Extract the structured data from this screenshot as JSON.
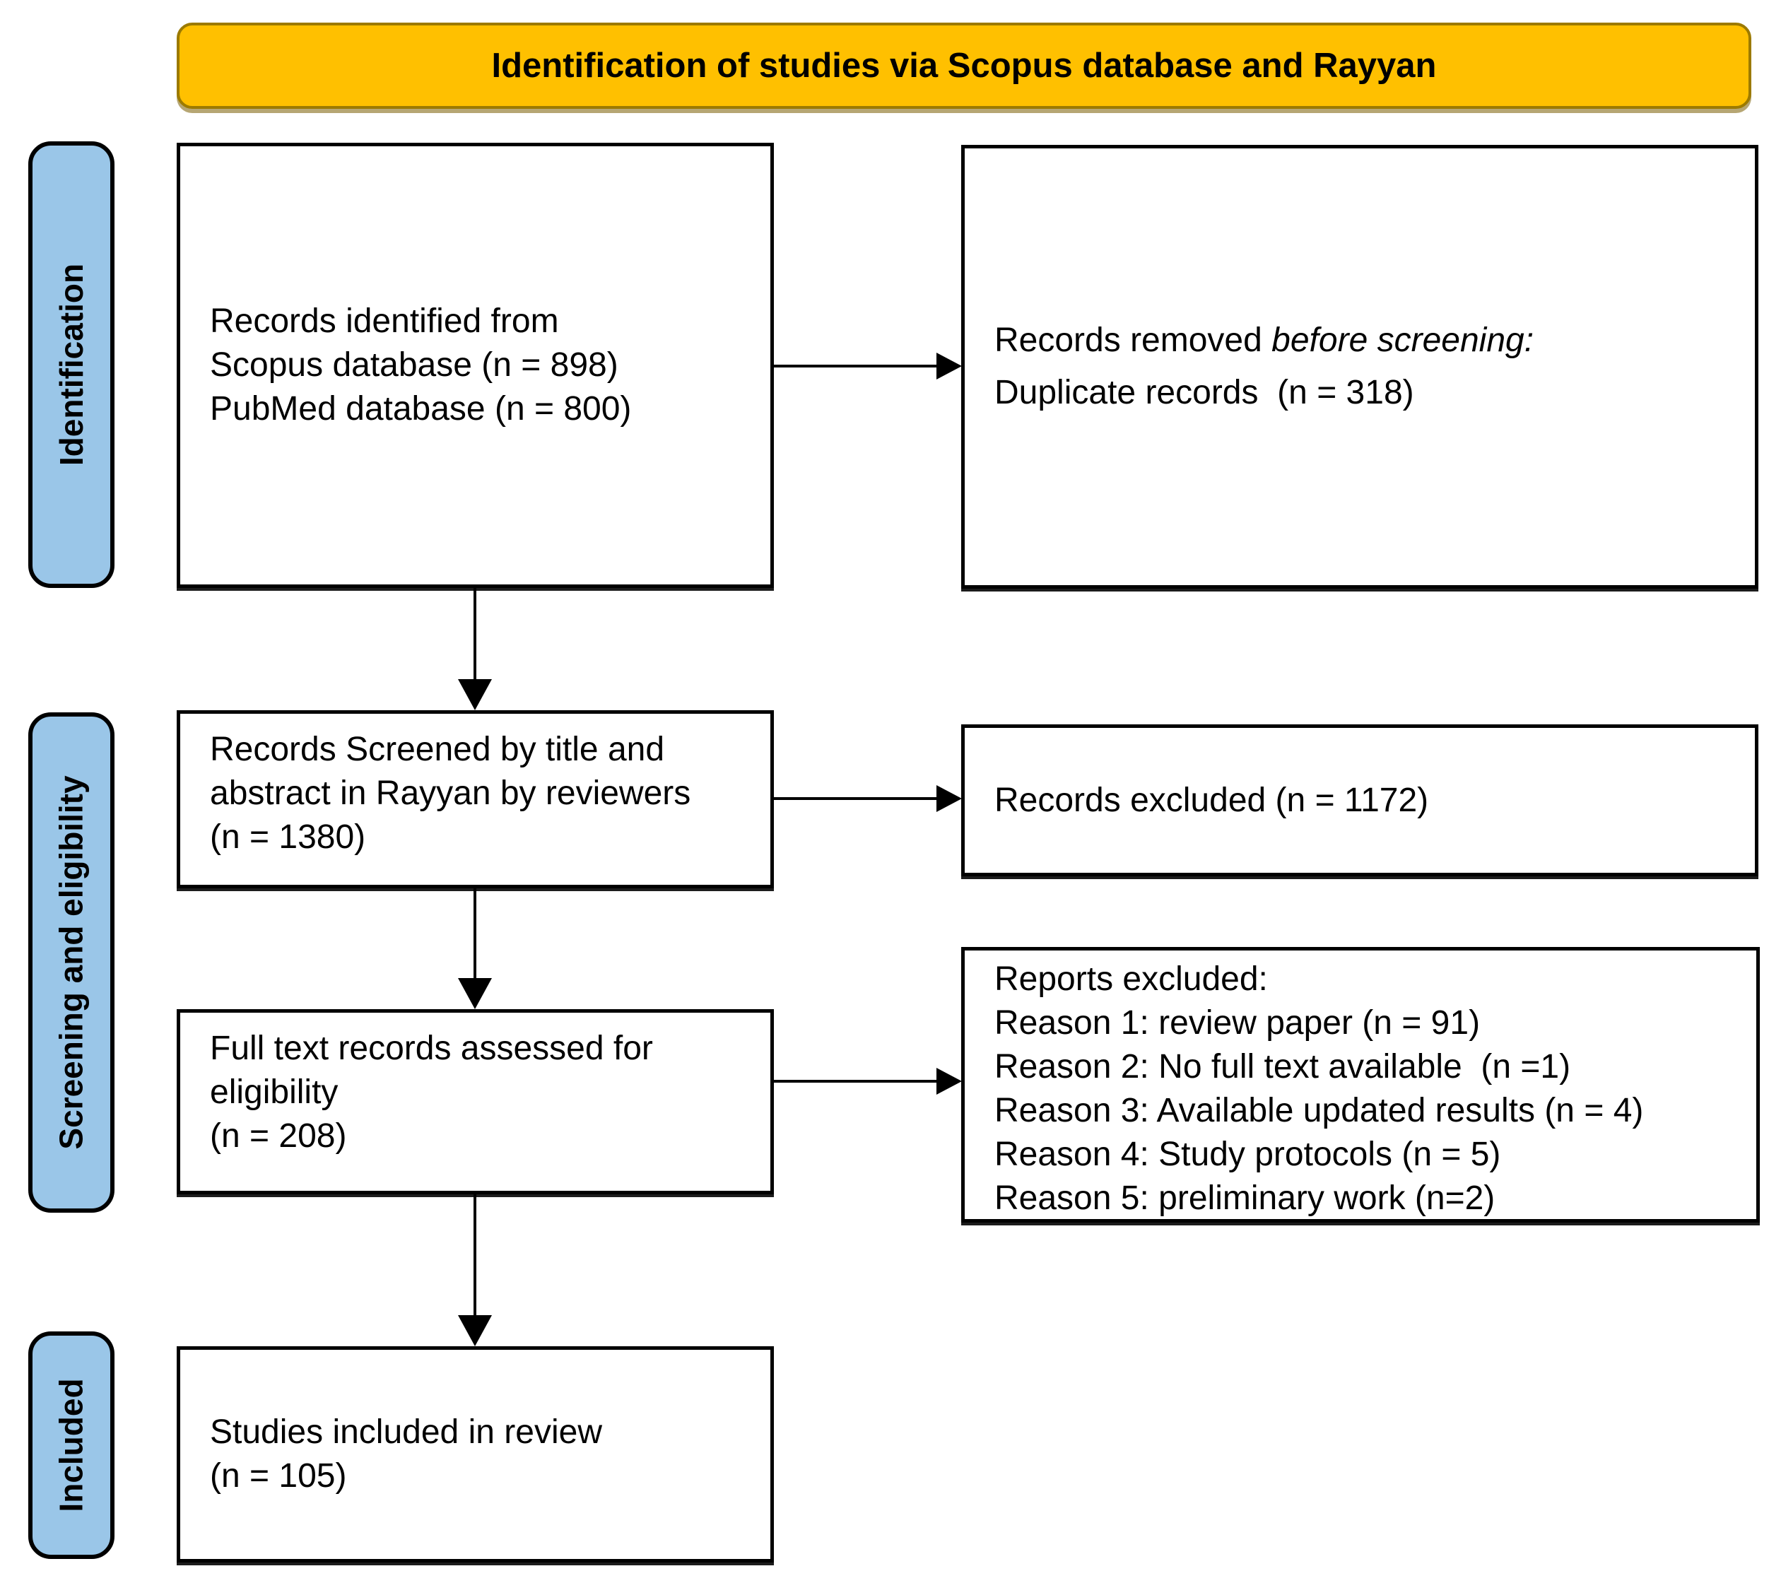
{
  "banner": {
    "title": "Identification of studies via Scopus database and Rayyan"
  },
  "stages": [
    {
      "label": "Identification"
    },
    {
      "label": "Screening and eligibility"
    },
    {
      "label": "Included"
    }
  ],
  "boxes": {
    "records_identified": {
      "lines": [
        "Records identified from",
        "Scopus database (n = 898)",
        "PubMed database (n = 800)"
      ]
    },
    "records_removed": {
      "line1_normal": "Records removed ",
      "line1_italic": "before screening:",
      "line2": "Duplicate records  (n = 318)"
    },
    "records_screened": {
      "lines": [
        "Records Screened by title and",
        "abstract in Rayyan by reviewers",
        "(n = 1380)"
      ]
    },
    "records_excluded": {
      "line": "Records excluded (n = 1172)"
    },
    "full_text_assessed": {
      "lines": [
        "Full text records assessed for",
        "eligibility",
        "(n = 208)"
      ]
    },
    "reports_excluded": {
      "lines": [
        "Reports excluded:",
        "Reason 1: review paper (n = 91)",
        "Reason 2: No full text available  (n =1)",
        "Reason 3: Available updated results (n = 4)",
        "Reason 4: Study protocols (n = 5)",
        "Reason 5: preliminary work (n=2)"
      ]
    },
    "studies_included": {
      "lines": [
        "Studies included in review",
        "(n = 105)"
      ]
    }
  },
  "colors": {
    "banner_fill": "#FFC000",
    "banner_border": "#9C7A00",
    "stage_fill": "#9AC6E8",
    "box_border": "#000000",
    "arrow": "#000000"
  }
}
